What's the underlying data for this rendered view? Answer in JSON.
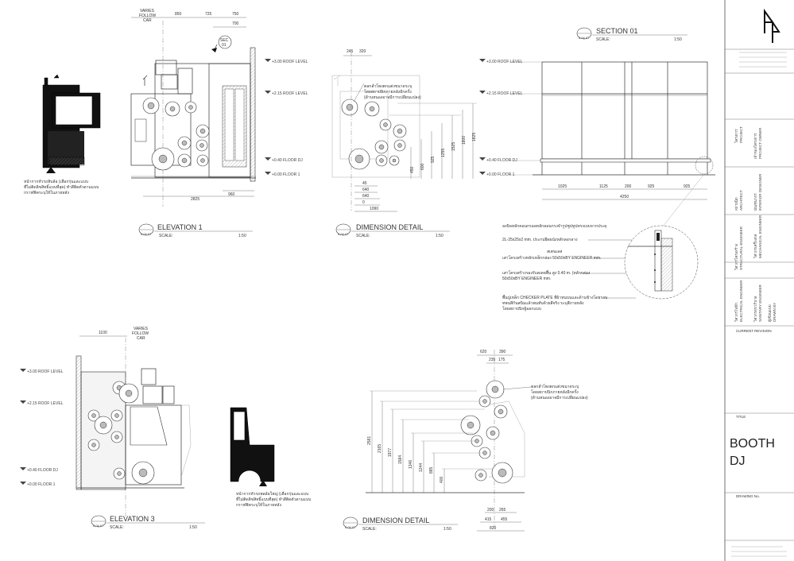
{
  "views": {
    "elevation1": {
      "title": "ELEVATION 1",
      "ref": "0.04.07",
      "scale_label": "SCALE:",
      "scale": "1:50",
      "dims_top": [
        "850",
        "725",
        "750",
        "700"
      ],
      "varies": [
        "VARIES",
        "FOLLOW",
        "CAR"
      ],
      "dims_bottom": [
        "2825",
        "960"
      ],
      "section_tag": [
        "SEC",
        "01"
      ],
      "note": [
        "หน้ากากหัวรถสิบล้อ (เลือกรุ่นและแบบ",
        "ที่ไม่ติดลิขสิทธิ์แบบที่สุด) ทำสีติดตัวตามแบบ",
        "กราฟฟิคระบุให้ในภายหลัง"
      ]
    },
    "detail1": {
      "title": "DIMENSION DETAIL",
      "ref": "0.04.07",
      "scale_label": "SCALE:",
      "scale": "1:50",
      "dims_top": [
        "245",
        "320"
      ],
      "dims_v": [
        "450",
        "600",
        "925",
        "1255",
        "1525",
        "1800",
        "1825"
      ],
      "dims_h": [
        "45",
        "640",
        "640",
        "0",
        "1090"
      ],
      "note": [
        "ตลกล่ำโพงตกแต่งขนาดระบุ",
        "โดยสถาปนิกภายหลังอีกครั้ง",
        "(ด้านหนองอาจมีการเปลี่ยนแปลง)"
      ]
    },
    "section1": {
      "title": "SECTION 01",
      "ref": "0.04.07",
      "scale_label": "SCALE:",
      "scale": "1:50",
      "dims": [
        "1025",
        "1125",
        "200",
        "925",
        "925"
      ],
      "total": "4250",
      "notes": [
        "ลงนิจหลักคอนกรอลหลักลอนกรงจำรูปชูปทูปทรงเบบจากประดุ",
        "2L-25x25x2 mm. ประกบยึดผนังหลักลงกลาง",
        "สเตนเลส",
        "เสาโครงสร้างหลักเหล็กกล่อง 50x50xBY ENGINEER mm.",
        "เสาโครงสร้างรองรับสเตจพื้น สูง 0.40 m. (หลักกล่อง",
        "50x50xBY ENGINEER mm.",
        "พื้นปูเหล็ก CHECKER PLATE ที่ผ้าหนบนและด้านข้างโดยรอบ",
        "ทพนสีกันสนิมแล้วพนทับด้วยสีจริง ระบุสีภายหลัง",
        "โดยสถาปนิกผู้ออกแบบ"
      ]
    },
    "elevation3": {
      "title": "ELEVATION 3",
      "ref": "0.04.07",
      "scale_label": "SCALE:",
      "scale": "1:50",
      "dims_top": [
        "1100"
      ],
      "varies": [
        "VARIES",
        "FOLLOW",
        "CAR"
      ],
      "note": [
        "หน้ากากหัวรถพลล้อใหญ่ (เลือกรุ่นและแบบ",
        "ที่ไม่ติดลิขสิทธิ์แบบที่สุด) ทำสีติดตัวตามแบบ",
        "กราฟฟิคระบุให้ในภายหลัง"
      ]
    },
    "detail3": {
      "title": "DIMENSION DETAIL",
      "ref": "0.04.07",
      "scale_label": "SCALE:",
      "scale": "1:50",
      "dims_top": [
        "620",
        "390",
        "235",
        "175"
      ],
      "dims_v": [
        "2581",
        "2165",
        "1977",
        "1584",
        "1346",
        "1244",
        "885",
        "400"
      ],
      "dims_bottom": [
        "200",
        "265",
        "415",
        "455",
        "820"
      ],
      "note": [
        "ตลกล่ำโพงตกแต่งขนาดระบุ",
        "โดยสถาปนิกภายหลังอีกครั้ง",
        "(ด้านหนองอาจมีการเปลี่ยนแปลง)"
      ]
    }
  },
  "levels": [
    "+3.00 ROOF LEVEL",
    "+2.15 ROOF LEVEL",
    "+0.40 FLOOR DJ",
    "+0.00 FLOOR 1"
  ],
  "title_block": {
    "rows": [
      {
        "th": "โครงการ",
        "en": "PROJECT"
      },
      {
        "th": "เจ้าของโครงการ",
        "en": "PROJECT OWNER"
      },
      {
        "th": "สถาปนิก",
        "en": "ARCHITECT"
      },
      {
        "th": "มัณฑนากร",
        "en": "INTERIOR DESIGNER"
      },
      {
        "th": "วิศวกรโครงสร้าง",
        "en": "STRUCTURAL ENGINEER"
      },
      {
        "th": "วิศวกรเครื่องกล",
        "en": "MECHANICAL ENGINEER"
      },
      {
        "th": "วิศวกรไฟฟ้า",
        "en": "ELECTRICAL ENGINEER"
      },
      {
        "th": "วิศวกรสุขาภิบาล",
        "en": "SANITARY ENGINEER"
      },
      {
        "th": "ผู้เขียนแบบ",
        "en": "DRAWN BY"
      }
    ],
    "current_revision": "CURRENT REVISION",
    "title_label": "TITLE",
    "title": [
      "BOOTH",
      "DJ"
    ],
    "drawing_no": "DRAWING No."
  }
}
